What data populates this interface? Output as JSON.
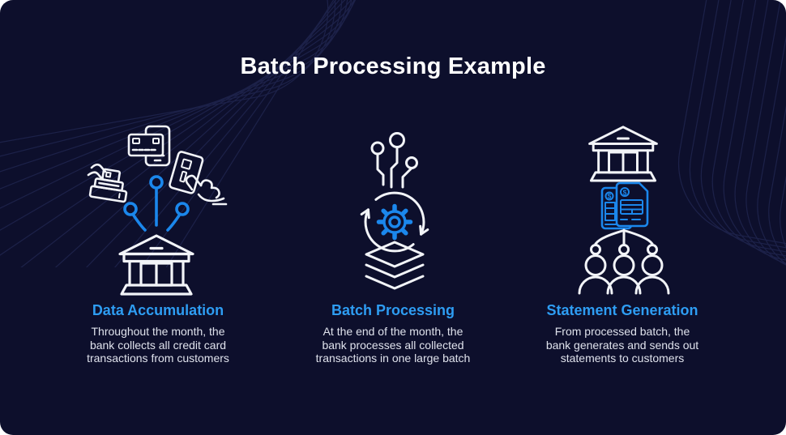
{
  "title": "Batch Processing Example",
  "columns": [
    {
      "id": "data-accumulation",
      "heading": "Data Accumulation",
      "body": "Throughout the month, the\nbank collects all credit card\ntransactions from customers"
    },
    {
      "id": "batch-processing",
      "heading": "Batch Processing",
      "body": "At the end of the month, the\nbank processes all collected\ntransactions in one large batch"
    },
    {
      "id": "statement-generation",
      "heading": "Statement Generation",
      "body": "From processed batch, the\nbank generates and sends out\nstatements to customers"
    }
  ],
  "icons": {
    "column1": [
      "pos-card-swipe-icon",
      "card-reader-phone-icon",
      "hand-holding-card-icon",
      "merge-connector",
      "bank-icon"
    ],
    "column2": [
      "circuit-nodes-icon",
      "sync-arrows-icon",
      "gear-icon",
      "batch-layers-icon"
    ],
    "column3": [
      "bank-icon",
      "billing-statements-icon",
      "distribution-connector",
      "customers-icon"
    ],
    "currency_symbol": "$"
  },
  "colors": {
    "background": "#0d0f2c",
    "accent_blue": "#2e9df3",
    "icon_blue": "#1b87ec",
    "icon_white": "#f2f4f8",
    "body_text": "#dfe2ec",
    "decor_line": "#2a3161"
  }
}
